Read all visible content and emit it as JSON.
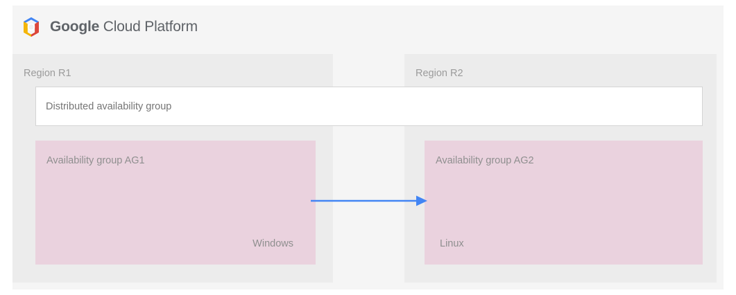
{
  "header": {
    "logo_icon": "google-cloud-platform-hexagon-icon",
    "brand_strong": "Google",
    "brand_light": " Cloud Platform",
    "logo_colors": {
      "blue": "#4285F4",
      "red": "#DB4437",
      "yellow": "#F4B400",
      "center": "#FFFFFF"
    }
  },
  "diagram": {
    "type": "architecture-diagram",
    "background": "#f5f5f5",
    "panel_color": "#ececec",
    "availability_group_color": "#ead2de",
    "arrow_color": "#4285f4",
    "regions": [
      {
        "label": "Region R1",
        "availability_group": {
          "title": "Availability group AG1",
          "os": "Windows"
        }
      },
      {
        "label": "Region R2",
        "availability_group": {
          "title": "Availability group AG2",
          "os": "Linux"
        }
      }
    ],
    "distributed_group": {
      "label": "Distributed availability group"
    },
    "connection": {
      "icon": "right-arrow-icon",
      "direction": "left-to-right",
      "from": "Availability group AG1",
      "to": "Availability group AG2"
    }
  }
}
